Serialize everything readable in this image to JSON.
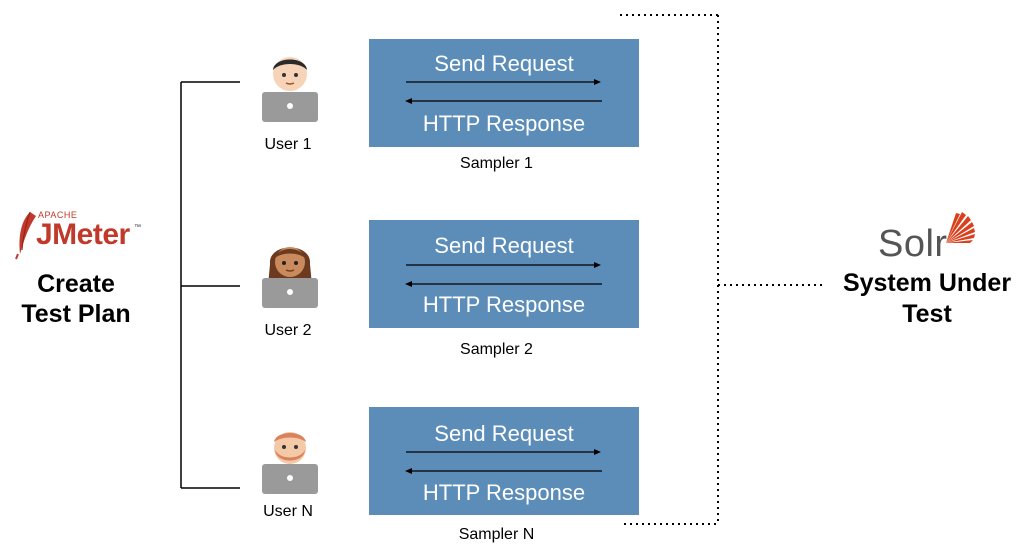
{
  "jmeter": {
    "apache_label": "APACHE",
    "logo_text": "JMeter",
    "trademark": "™",
    "title_line1": "Create",
    "title_line2": "Test Plan"
  },
  "users": [
    {
      "label": "User 1"
    },
    {
      "label": "User 2"
    },
    {
      "label": "User N"
    }
  ],
  "samplers": [
    {
      "request": "Send Request",
      "response": "HTTP Response",
      "label": "Sampler 1"
    },
    {
      "request": "Send Request",
      "response": "HTTP Response",
      "label": "Sampler 2"
    },
    {
      "request": "Send Request",
      "response": "HTTP Response",
      "label": "Sampler N"
    }
  ],
  "solr": {
    "logo_text": "Solr",
    "title_line1": "System Under",
    "title_line2": "Test"
  },
  "colors": {
    "box": "#5b8db8",
    "jmeter_red": "#c0392b",
    "solr_orange": "#d9411e"
  }
}
